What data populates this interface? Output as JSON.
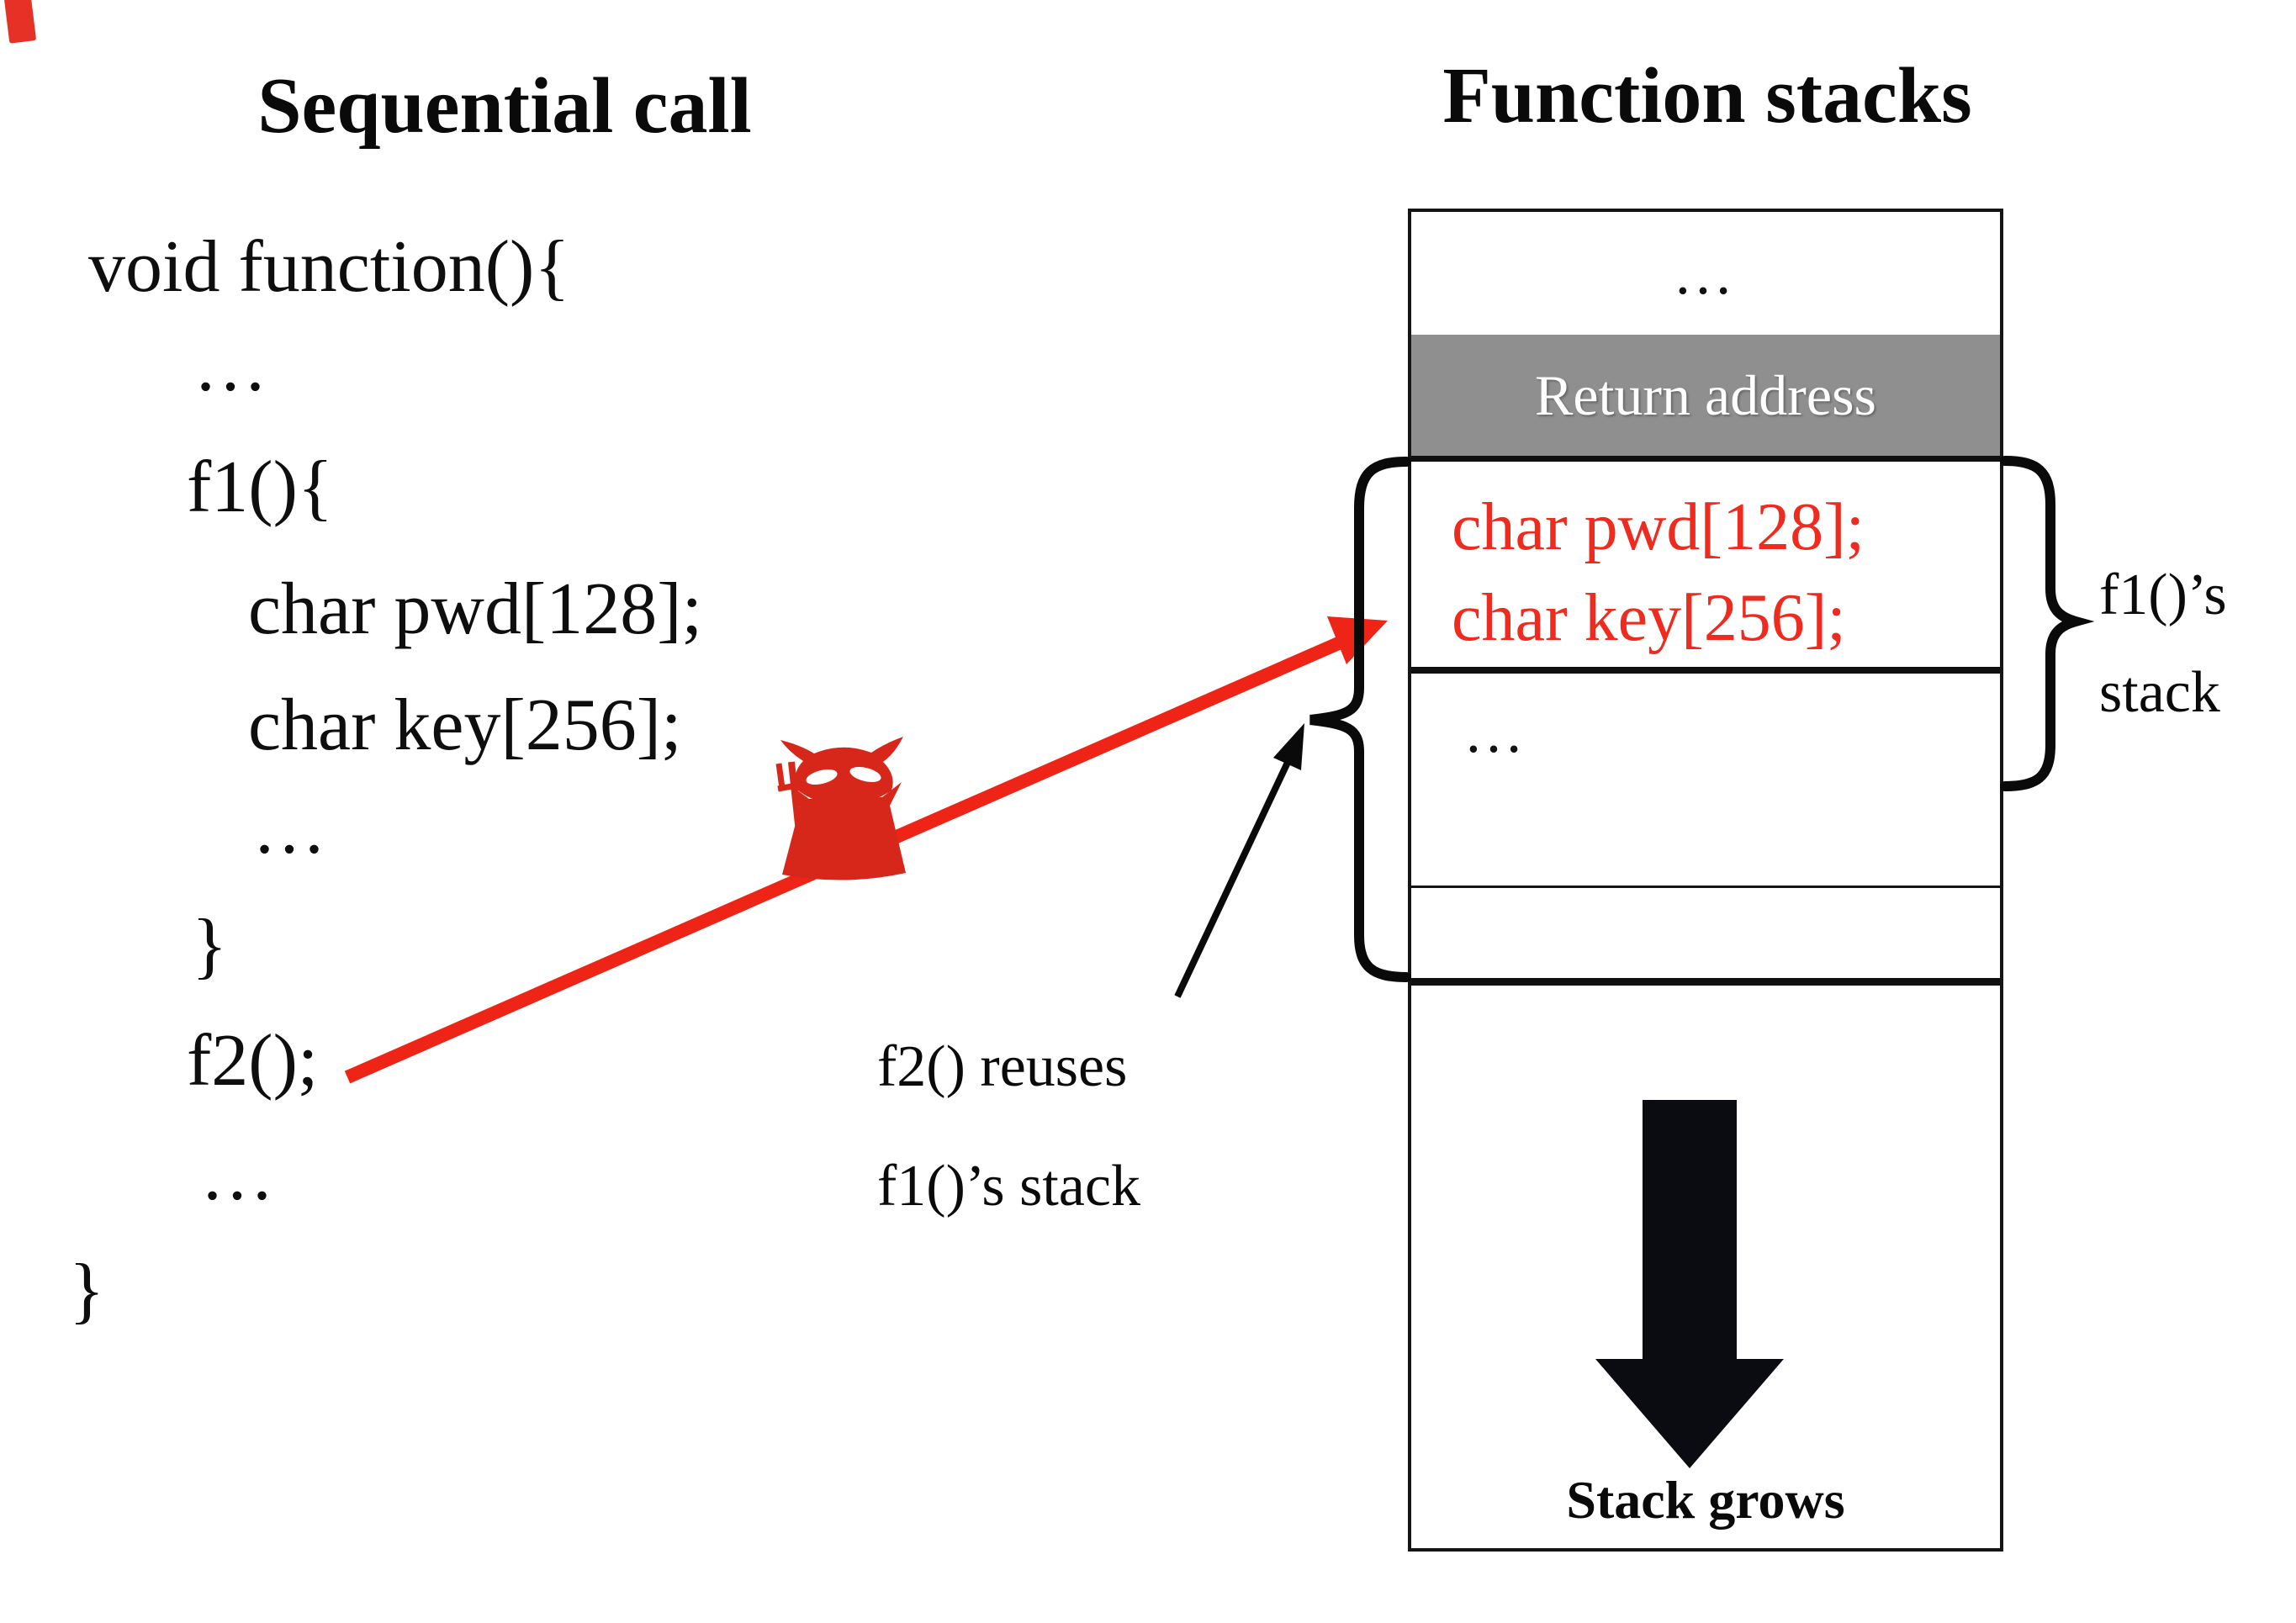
{
  "titles": {
    "sequential": "Sequential call",
    "function_stacks": "Function stacks"
  },
  "code": {
    "lines": [
      "void function(){",
      "…",
      "f1(){",
      "char pwd[128];",
      "char key[256];",
      "…",
      "}",
      "f2();",
      "…",
      "}"
    ]
  },
  "stack": {
    "top_dots": "…",
    "return_address": "Return address",
    "frame": {
      "line1": "char pwd[128];",
      "line2": "char key[256];"
    },
    "mid_dots": "…",
    "grow_label": "Stack grows"
  },
  "annotations": {
    "f1_label": {
      "line1": "f1()’s",
      "line2": "stack"
    },
    "f2_label": {
      "line1": "f2() reuses",
      "line2": "f1()’s stack"
    }
  },
  "icons": {
    "devil": "devil-icon",
    "red_arrow": "attack-arrow",
    "black_arrow": "reuse-pointer-arrow"
  },
  "colors": {
    "accent_red": "#ee2417",
    "code_red": "#ee2b1e",
    "gray_band": "#8f8f8f",
    "black": "#0a0a0a"
  }
}
